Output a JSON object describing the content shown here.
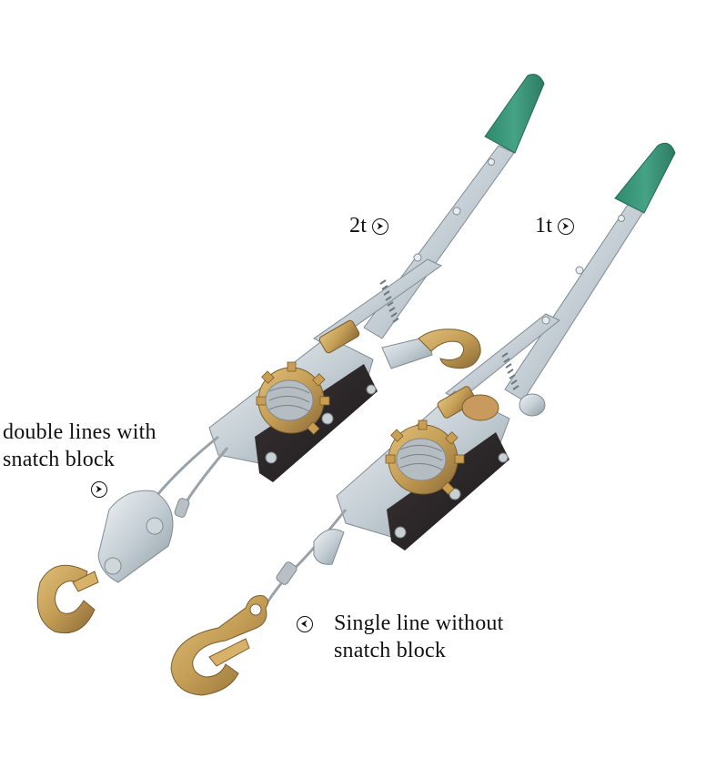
{
  "image": {
    "subject": "Two hand-operated cable come-along pullers with green grips and brass-colored hooks",
    "background_color": "#ffffff"
  },
  "labels": {
    "capacity_2t": {
      "text": "2t",
      "arrow": "arrow-right-circle-icon"
    },
    "capacity_1t": {
      "text": "1t",
      "arrow": "arrow-right-circle-icon"
    },
    "double_lines": {
      "line1": "double lines with",
      "line2": "snatch block",
      "arrow": "arrow-right-circle-icon"
    },
    "single_line": {
      "line1": "Single line without",
      "line2": "snatch block",
      "arrow": "arrow-left-circle-icon"
    }
  },
  "colors": {
    "grip_green": "#3e9a7c",
    "grip_green_dark": "#2c7b62",
    "steel": "#c9d3d9",
    "steel_dark": "#8e9ba3",
    "steel_light": "#eef2f4",
    "body_black": "#2a2526",
    "brass": "#c7a45a",
    "brass_dark": "#8a6a36",
    "copper": "#b8875a",
    "cable": "#a9b0b5",
    "text": "#111111"
  }
}
